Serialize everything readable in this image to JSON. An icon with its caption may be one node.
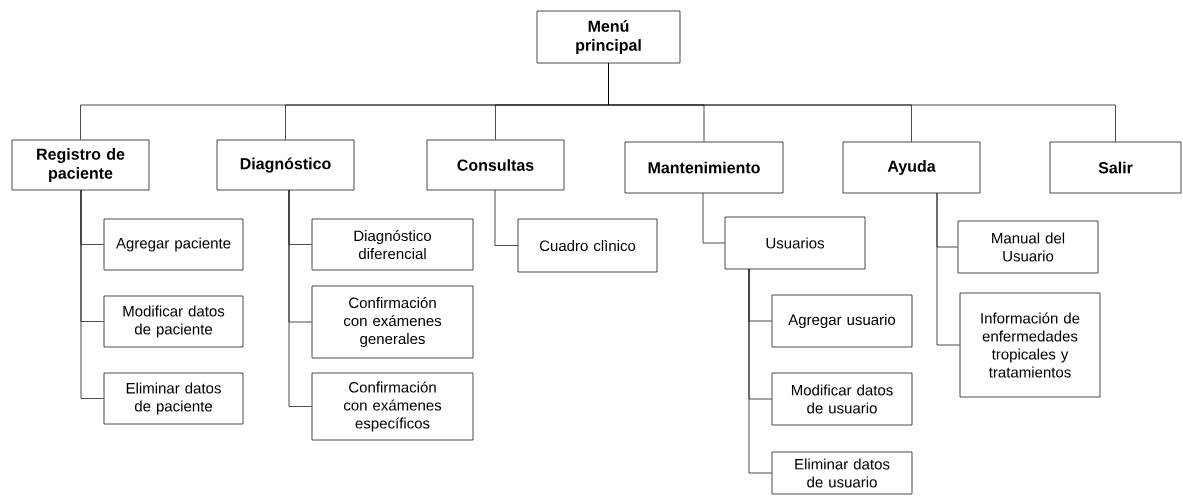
{
  "diagram": {
    "nodes": [
      {
        "text": [
          "Menú principal"
        ]
      },
      {
        "text": [
          "Registro de paciente"
        ]
      },
      {
        "text": [
          "Diagnóstico"
        ]
      },
      {
        "text": [
          "Consultas"
        ]
      },
      {
        "text": [
          "Mantenimiento"
        ]
      },
      {
        "text": [
          "Ayuda"
        ]
      },
      {
        "text": [
          "Salir"
        ]
      },
      {
        "text": [
          "Agregar paciente"
        ]
      },
      {
        "text": [
          "Modificar datos de paciente"
        ]
      },
      {
        "text": [
          "Eliminar datos de paciente"
        ]
      },
      {
        "text": [
          "Diagnóstico diferencial"
        ]
      },
      {
        "text": [
          "Confirmación con exámenes generales"
        ]
      },
      {
        "text": [
          "Confirmación con exámenes específicos"
        ]
      },
      {
        "text": [
          "Cuadro clìnico"
        ]
      },
      {
        "text": [
          "Usuarios"
        ]
      },
      {
        "text": [
          "Agregar usuario"
        ]
      },
      {
        "text": [
          "Modificar datos de usuario"
        ]
      },
      {
        "text": [
          "Eliminar datos de usuario"
        ]
      },
      {
        "text": [
          "Manual del Usuario"
        ]
      },
      {
        "text": [
          "Información de enfermedades tropicales y tratamientos"
        ]
      }
    ],
    "edges": [
      {
        "from": 0,
        "to": 1,
        "arrow": "none"
      },
      {
        "from": 0,
        "to": 2,
        "arrow": "none"
      },
      {
        "from": 0,
        "to": 3,
        "arrow": "none"
      },
      {
        "from": 0,
        "to": 4,
        "arrow": "none"
      },
      {
        "from": 0,
        "to": 5,
        "arrow": "none"
      },
      {
        "from": 0,
        "to": 6,
        "arrow": "none"
      },
      {
        "from": 1,
        "to": 7,
        "arrow": "none"
      },
      {
        "from": 1,
        "to": 8,
        "arrow": "none"
      },
      {
        "from": 1,
        "to": 9,
        "arrow": "none"
      },
      {
        "from": 2,
        "to": 10,
        "arrow": "none"
      },
      {
        "from": 2,
        "to": 11,
        "arrow": "none"
      },
      {
        "from": 2,
        "to": 12,
        "arrow": "none"
      },
      {
        "from": 3,
        "to": 13,
        "arrow": "none"
      },
      {
        "from": 4,
        "to": 14,
        "arrow": "none"
      },
      {
        "from": 14,
        "to": 15,
        "arrow": "none"
      },
      {
        "from": 14,
        "to": 16,
        "arrow": "none"
      },
      {
        "from": 14,
        "to": 17,
        "arrow": "none"
      },
      {
        "from": 5,
        "to": 18,
        "arrow": "none"
      },
      {
        "from": 5,
        "to": 19,
        "arrow": "none"
      }
    ]
  }
}
